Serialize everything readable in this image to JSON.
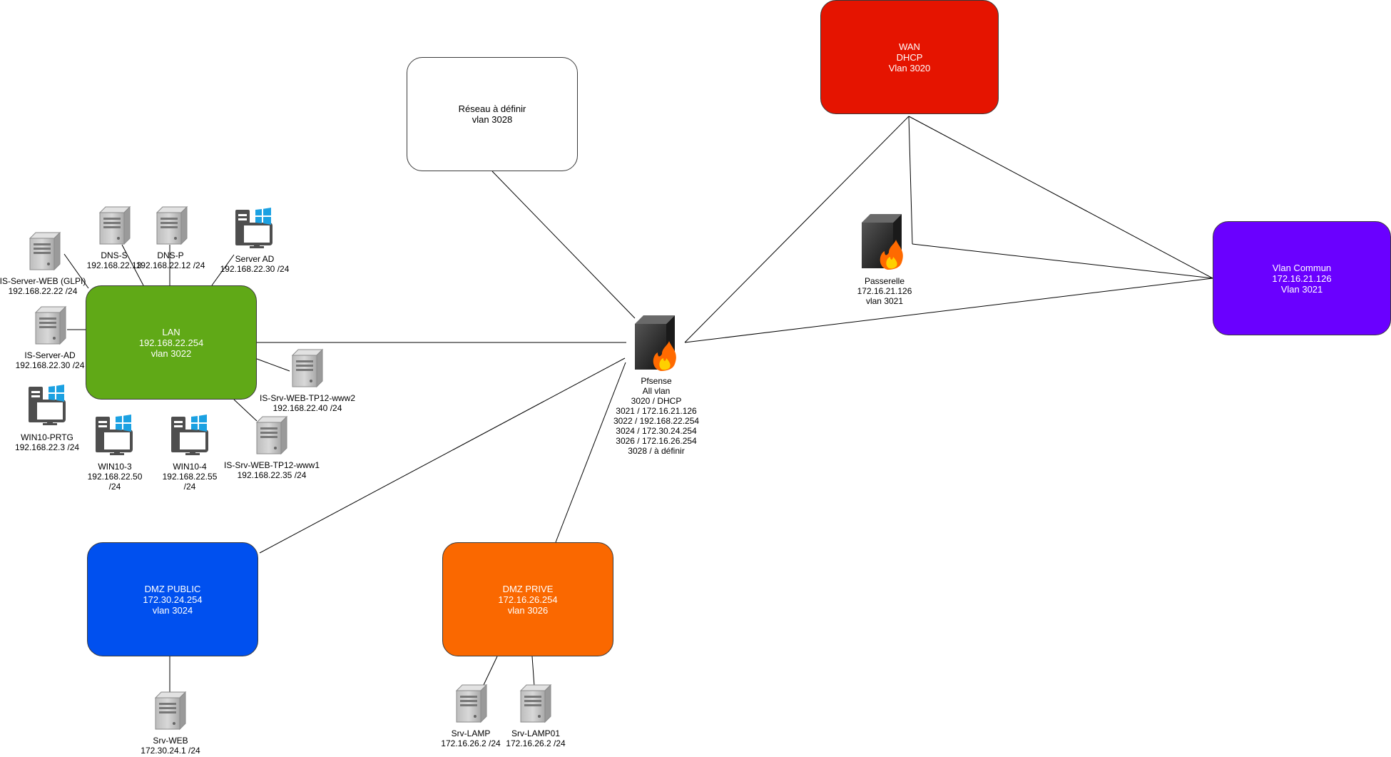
{
  "colors": {
    "lan": "#60A917",
    "wan": "#E51400",
    "dmz_public": "#0050EF",
    "dmz_prive": "#FA6800",
    "vlan_commun": "#6A00FF",
    "reseau": "#FFFFFF",
    "line": "#000000",
    "server_grey": "#9c9c9c",
    "workstation": "#505050",
    "windows_logo": "#1ba1e2",
    "flame": "#ff6a00"
  },
  "zones": {
    "lan": {
      "text": "LAN\n192.168.22.254\nvlan 3022"
    },
    "wan": {
      "text": "WAN\nDHCP\nVlan 3020"
    },
    "reseau": {
      "text": "Réseau à définir\nvlan 3028"
    },
    "vlan_commun": {
      "text": "Vlan Commun\n172.16.21.126\nVlan 3021"
    },
    "dmz_public": {
      "text": "DMZ PUBLIC\n172.30.24.254\nvlan 3024"
    },
    "dmz_prive": {
      "text": "DMZ PRIVE\n172.16.26.254\nvlan 3026"
    }
  },
  "firewalls": {
    "pfsense": {
      "icon": "firewall-icon",
      "label": "Pfsense\nAll vlan\n3020 / DHCP\n3021 / 172.16.21.126\n3022 / 192.168.22.254\n3024 / 172.30.24.254\n3026 / 172.16.26.254\n3028 / à définir"
    },
    "passerelle": {
      "icon": "firewall-icon",
      "label": "Passerelle\n172.16.21.126\nvlan 3021"
    }
  },
  "hosts": {
    "is_server_web_glpi": {
      "icon": "server-icon",
      "label": "IS-Server-WEB (GLPI)\n192.168.22.22 /24"
    },
    "dns_s": {
      "icon": "server-icon",
      "label": "DNS-S\n192.168.22.13"
    },
    "dns_p": {
      "icon": "server-icon",
      "label": "DNS-P\n192.168.22.12 /24"
    },
    "server_ad": {
      "icon": "windows-workstation-icon",
      "label": "Server AD\n192.168.22.30 /24"
    },
    "is_server_ad": {
      "icon": "server-icon",
      "label": "IS-Server-AD\n192.168.22.30 /24"
    },
    "win10_prtg": {
      "icon": "windows-workstation-icon",
      "label": "WIN10-PRTG\n192.168.22.3 /24"
    },
    "win10_3": {
      "icon": "windows-workstation-icon",
      "label": "WIN10-3\n192.168.22.50\n/24"
    },
    "win10_4": {
      "icon": "windows-workstation-icon",
      "label": "WIN10-4\n192.168.22.55\n/24"
    },
    "is_srv_web_tp12_www1": {
      "icon": "server-icon",
      "label": "IS-Srv-WEB-TP12-www1\n192.168.22.35 /24"
    },
    "is_srv_web_tp12_www2": {
      "icon": "server-icon",
      "label": "IS-Srv-WEB-TP12-www2\n192.168.22.40 /24"
    },
    "srv_web": {
      "icon": "server-icon",
      "label": "Srv-WEB\n172.30.24.1 /24"
    },
    "srv_lamp": {
      "icon": "server-icon",
      "label": "Srv-LAMP\n172.16.26.2 /24"
    },
    "srv_lamp01": {
      "icon": "server-icon",
      "label": "Srv-LAMP01\n172.16.26.2 /24"
    }
  }
}
